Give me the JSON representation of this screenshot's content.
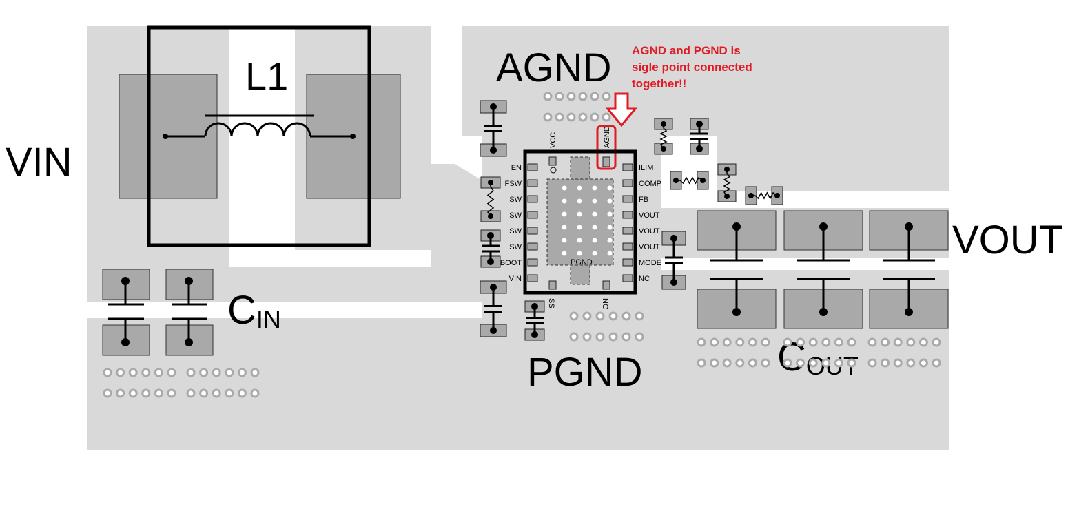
{
  "labels": {
    "vin": "VIN",
    "vout": "VOUT",
    "agnd": "AGND",
    "pgnd": "PGND",
    "l1": "L1",
    "cin_main": "C",
    "cin_sub": "IN",
    "cout_main": "C",
    "cout_sub": "OUT"
  },
  "note": {
    "line1": "AGND and PGND is",
    "line2": "sigle point connected",
    "line3": "together!!"
  },
  "ic": {
    "left_pins": [
      "EN",
      "FSW",
      "SW",
      "SW",
      "SW",
      "SW",
      "BOOT",
      "VIN"
    ],
    "right_pins": [
      "ILIM",
      "COMP",
      "FB",
      "VOUT",
      "VOUT",
      "VOUT",
      "MODE",
      "NC"
    ],
    "top_pins": [
      "VCC",
      "AGND"
    ],
    "bottom_pins": [
      "SS",
      "NC"
    ],
    "center_label": "PGND"
  },
  "colors": {
    "copper": "#d9d9d9",
    "pad": "#a9a9a9",
    "annotation": "#e01b24"
  }
}
